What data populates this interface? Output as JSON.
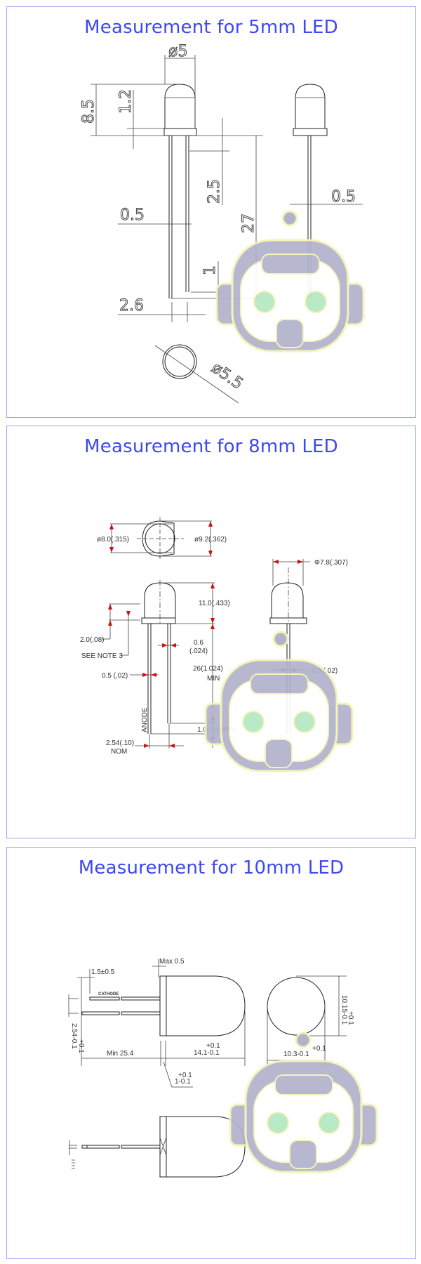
{
  "colors": {
    "title": "#3d48f2",
    "border": "#9ea6f2",
    "watermark_body": "#b1b3cd",
    "watermark_outline": "#f4f2b4",
    "watermark_eyes": "#b5e8c2",
    "arrow": "#d01010"
  },
  "panels": [
    {
      "title": "Measurement for 5mm LED",
      "labels": {
        "dia": "ø5",
        "h85": "8.5",
        "h12": "1.2",
        "h25": "2.5",
        "l27": "27",
        "lead_w": "0.5",
        "lead_w2": "0.5",
        "gap1": "1",
        "pitch": "2.6",
        "flange": "ø5.5"
      }
    },
    {
      "title": "Measurement for 8mm LED",
      "labels": {
        "d8": "ø8.0(.315)",
        "d92": "ø9.2(.362)",
        "d78": "Φ7.8(.307)",
        "h11": "11.0(.433)",
        "h2": "2.0(.08)",
        "note": "SEE NOTE 3",
        "w06a": "0.6",
        "w06b": "(.024)",
        "l26a": "26(1.024)",
        "l26b": "MIN",
        "w05": "0.5 (.02)",
        "w05b": "0.5 (.02)",
        "anode": "ANODE",
        "d10": "1.0(.04)MIN",
        "p254": "2.54(.10)",
        "nom": "NOM"
      }
    },
    {
      "title": "Measurement for 10mm LED",
      "labels": {
        "max05": "Max 0.5",
        "l15": "1.5±0.5",
        "cathode": "CATHODE",
        "p254": "2.54-0.1",
        "p254tol": "+0.1",
        "min254": "Min 25.4",
        "l141tol": "+0.1",
        "l141": "14.1-0.1",
        "f1tol": "+0.1",
        "f1": "1-0.1",
        "d1015": "10.15-0.1",
        "d1015tol": "+0.1",
        "d103tol": "+0.1",
        "d103": "10.3-0.1"
      }
    }
  ]
}
